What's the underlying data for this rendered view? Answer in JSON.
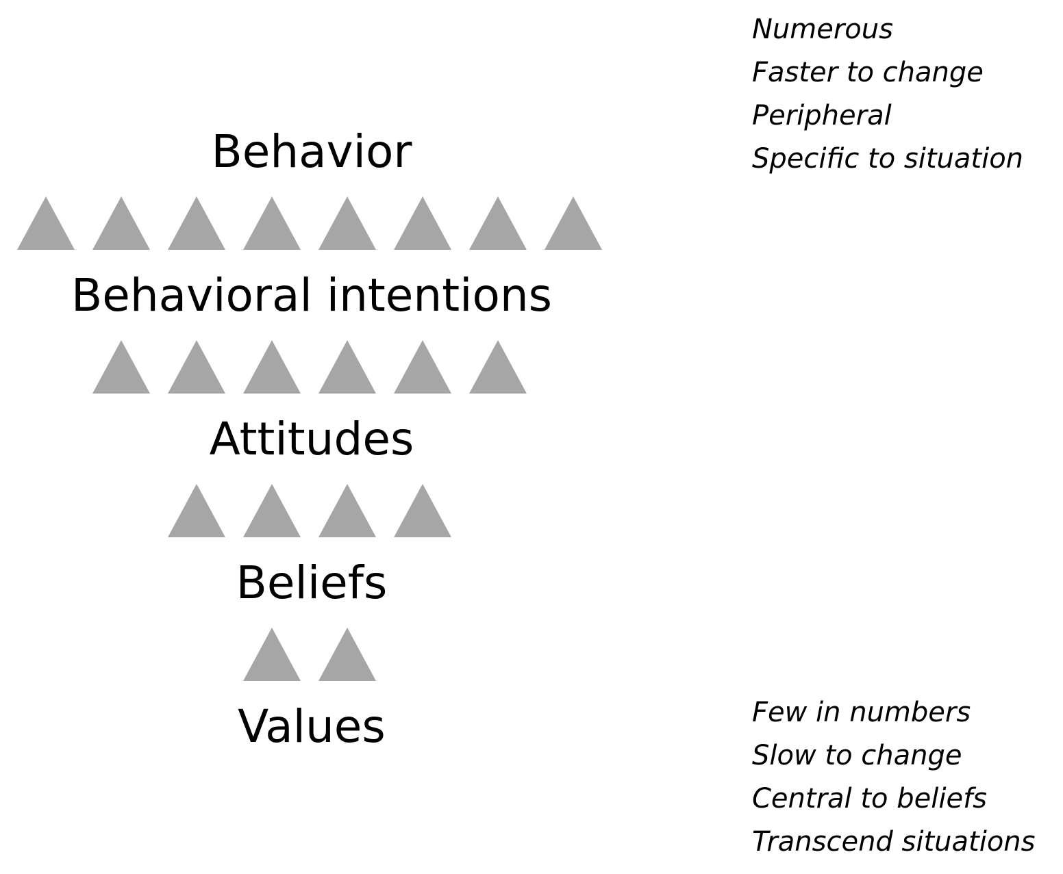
{
  "levels": [
    {
      "label": "Behavior",
      "triangles_below": 8
    },
    {
      "label": "Behavioral intentions",
      "triangles_below": 6
    },
    {
      "label": "Attitudes",
      "triangles_below": 4
    },
    {
      "label": "Beliefs",
      "triangles_below": 2
    },
    {
      "label": "Values",
      "triangles_below": 0
    }
  ],
  "top_notes": [
    "Numerous",
    "Faster to change",
    "Peripheral",
    "Specific to situation"
  ],
  "bottom_notes": [
    "Few in numbers",
    "Slow to change",
    "Central to beliefs",
    "Transcend situations"
  ],
  "colors": {
    "triangle": "#a6a6a6",
    "text": "#000000"
  }
}
